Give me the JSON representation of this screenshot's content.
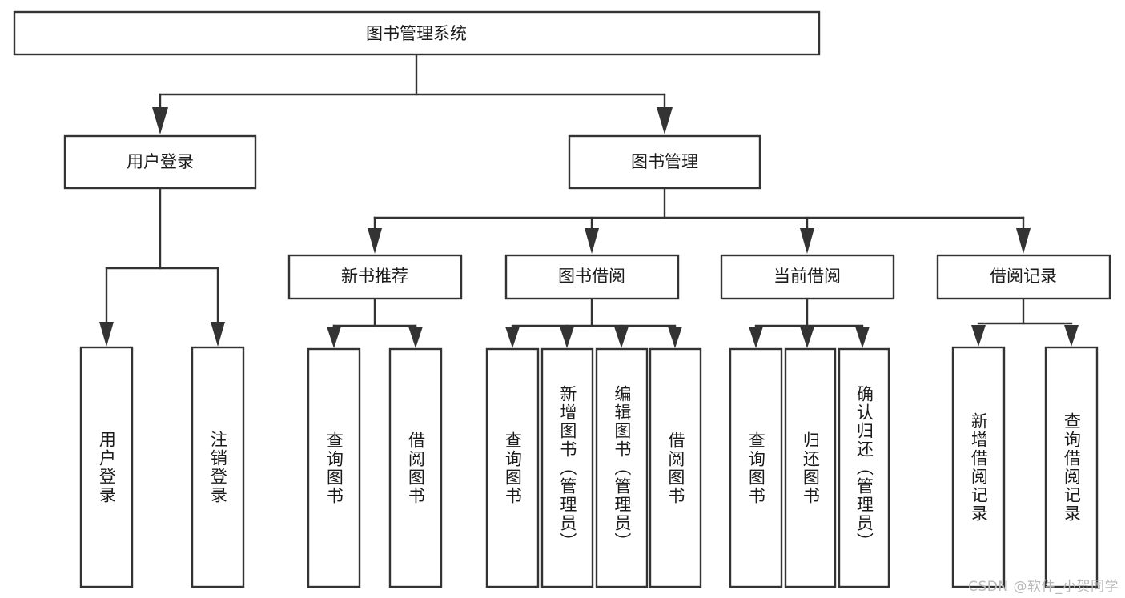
{
  "diagram": {
    "type": "tree",
    "title": "图书管理系统",
    "orientation": "top-down",
    "watermark": "CSDN @软件_小贺同学",
    "colors": {
      "stroke": "#333333",
      "fill": "#ffffff",
      "text": "#1b1b1b",
      "watermark": "#b9b9b9"
    },
    "nodes": {
      "root": {
        "label": "图书管理系统"
      },
      "level1": [
        {
          "id": "user-login",
          "label": "用户登录"
        },
        {
          "id": "book-manage",
          "label": "图书管理"
        }
      ],
      "level2": [
        {
          "id": "new-book-recommend",
          "label": "新书推荐"
        },
        {
          "id": "book-borrow",
          "label": "图书借阅"
        },
        {
          "id": "current-borrow",
          "label": "当前借阅"
        },
        {
          "id": "borrow-record",
          "label": "借阅记录"
        }
      ],
      "leaves": {
        "user_login": [
          {
            "id": "leaf-user-login",
            "label": "用户登录"
          },
          {
            "id": "leaf-logout-login",
            "label": "注销登录"
          }
        ],
        "new_book_recommend": [
          {
            "id": "leaf-query-book-1",
            "label": "查询图书"
          },
          {
            "id": "leaf-borrow-book-1",
            "label": "借阅图书"
          }
        ],
        "book_borrow": [
          {
            "id": "leaf-query-book-2",
            "label": "查询图书"
          },
          {
            "id": "leaf-add-book",
            "label": "新增图书（管理员）"
          },
          {
            "id": "leaf-edit-book",
            "label": "编辑图书（管理员）"
          },
          {
            "id": "leaf-borrow-book-2",
            "label": "借阅图书"
          }
        ],
        "current_borrow": [
          {
            "id": "leaf-query-book-3",
            "label": "查询图书"
          },
          {
            "id": "leaf-return-book",
            "label": "归还图书"
          },
          {
            "id": "leaf-confirm-return",
            "label": "确认归还（管理员）"
          }
        ],
        "borrow_record": [
          {
            "id": "leaf-add-record",
            "label": "新增借阅记录"
          },
          {
            "id": "leaf-query-record",
            "label": "查询借阅记录"
          }
        ]
      }
    }
  }
}
